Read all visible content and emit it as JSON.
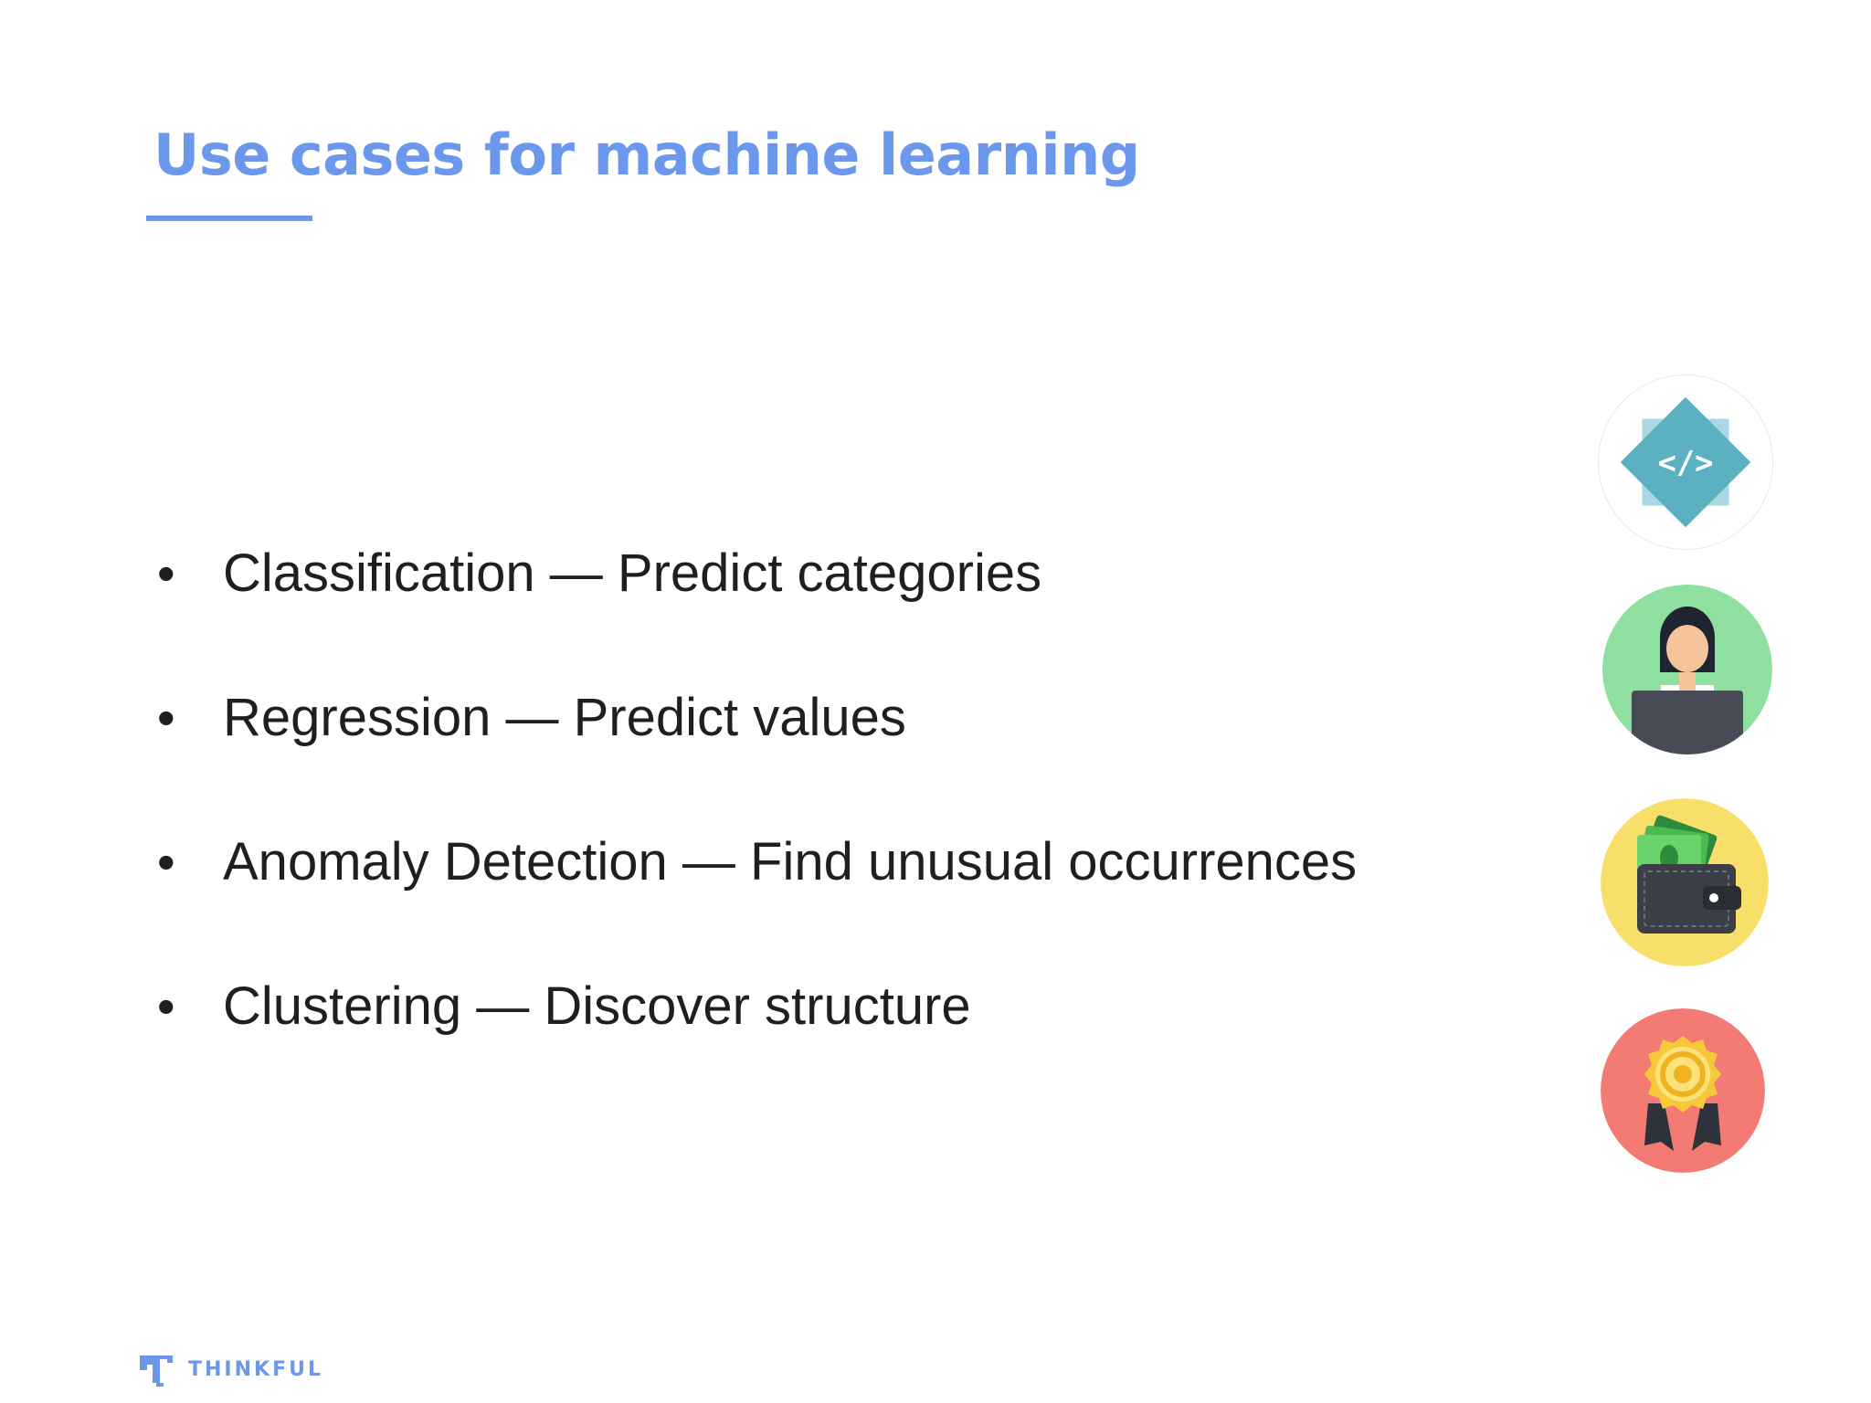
{
  "slide": {
    "title": "Use cases for machine learning",
    "accent_color": "#6b97ec",
    "bullets": [
      {
        "bullet": "•",
        "text": "Classification — Predict categories"
      },
      {
        "bullet": "•",
        "text": "Regression — Predict values"
      },
      {
        "bullet": "•",
        "text": "Anomaly Detection — Find unusual occurrences"
      },
      {
        "bullet": "•",
        "text": "Clustering — Discover structure"
      }
    ],
    "icons": [
      {
        "name": "code-diamond-icon",
        "bg": "#ffffff",
        "accent": "#5bb0c2",
        "glyph": "</>"
      },
      {
        "name": "person-at-laptop-icon",
        "bg": "#8fe0a0"
      },
      {
        "name": "wallet-with-cash-icon",
        "bg": "#f7df6a"
      },
      {
        "name": "award-badge-icon",
        "bg": "#f47a74"
      }
    ]
  },
  "footer": {
    "brand": "THINKFUL"
  }
}
